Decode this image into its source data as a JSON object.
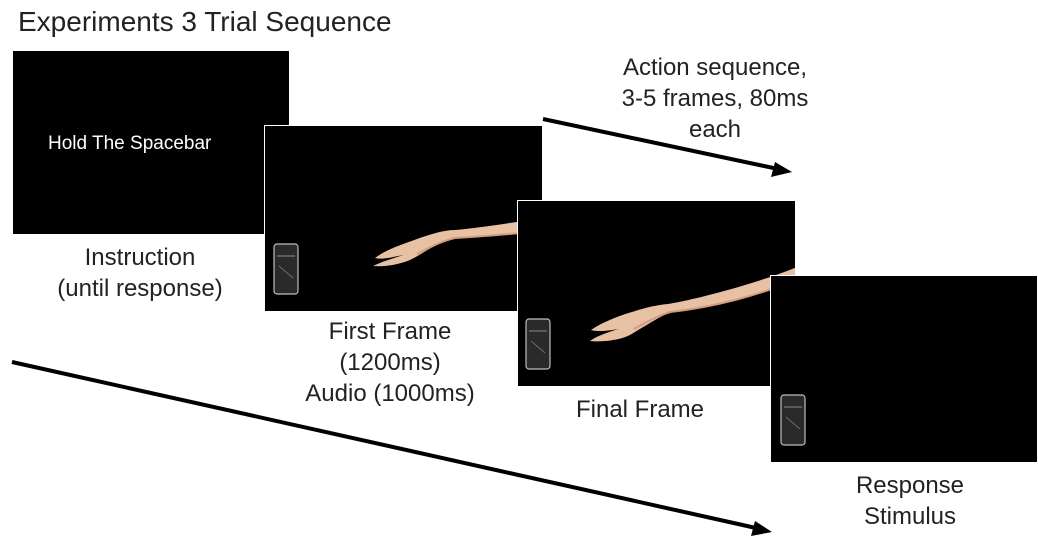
{
  "title": "Experiments 3 Trial Sequence",
  "colors": {
    "screen": "#000000",
    "arm": "#e8c0a4",
    "arm_shade": "#d39c7e",
    "glass": "#bfbfbf",
    "arrow": "#000000",
    "text": "#222222"
  },
  "frames": {
    "instruction": {
      "screen_text": "Hold The Spacebar",
      "caption_line1": "Instruction",
      "caption_line2": "(until response)"
    },
    "first_frame": {
      "caption_line1": "First Frame",
      "caption_line2": "(1200ms)",
      "caption_line3": "Audio (1000ms)"
    },
    "final_frame": {
      "caption_line1": "Final Frame"
    },
    "response": {
      "caption_line1": "Response",
      "caption_line2": "Stimulus"
    }
  },
  "action_sequence": {
    "line1": "Action sequence,",
    "line2": "3-5 frames, 80ms",
    "line3": "each"
  },
  "icons": [
    "glass-icon",
    "arm-icon",
    "arrow-icon"
  ]
}
